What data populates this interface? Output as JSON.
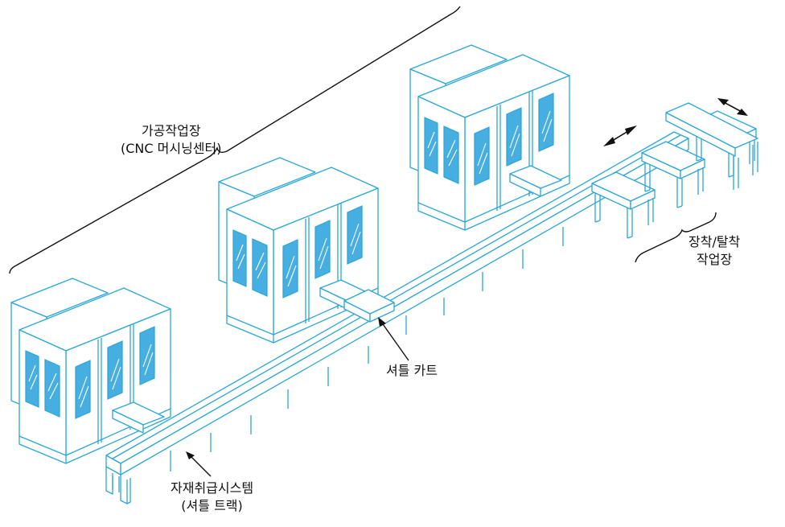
{
  "labels": {
    "machining_area": {
      "line1": "가공작업장",
      "line2": "(CNC 머시닝센터)"
    },
    "load_unload": {
      "line1": "장착/탈착",
      "line2": "작업장"
    },
    "shuttle_cart": {
      "line1": "셔틀 카트"
    },
    "handling_system": {
      "line1": "자재취급시스템",
      "line2": "(셔틀 트랙)"
    }
  },
  "colors": {
    "line": "#2aa7d6",
    "glass": "#46aee0",
    "ink": "#111111"
  }
}
